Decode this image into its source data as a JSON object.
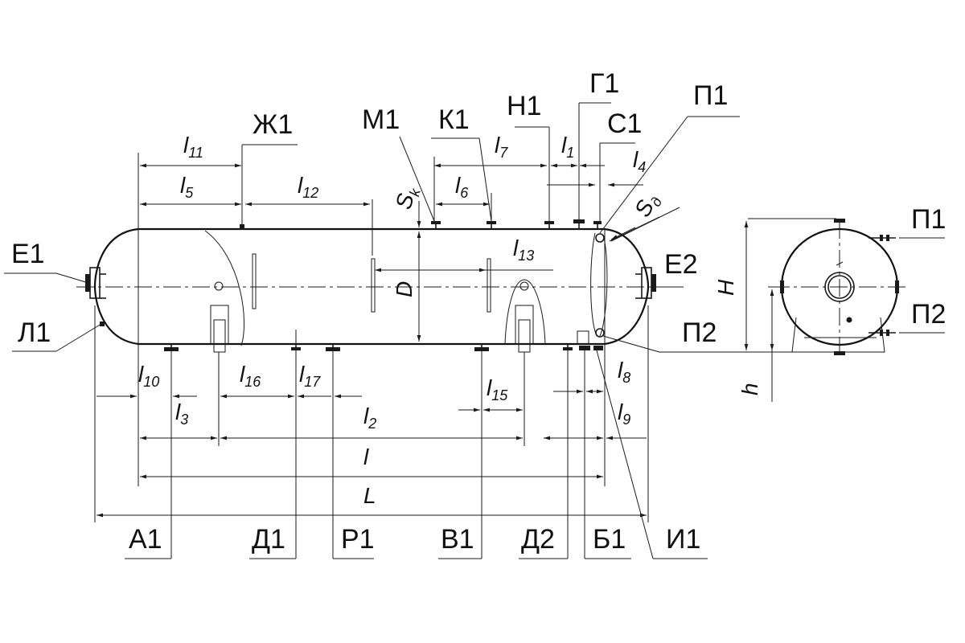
{
  "nozzles": {
    "E1": "Е1",
    "L1": "Л1",
    "Zh1": "Ж1",
    "M1": "М1",
    "K1": "К1",
    "N1": "Н1",
    "G1": "Г1",
    "S1": "С1",
    "P1_top": "П1",
    "E2": "Е2",
    "P2": "П2",
    "A1": "А1",
    "D1": "Д1",
    "R1": "Р1",
    "V1": "В1",
    "D2": "Д2",
    "B1": "Б1",
    "I1": "И1",
    "side_P1": "П1",
    "side_P2": "П2"
  },
  "dimensions": {
    "l11": {
      "base": "l",
      "sub": "11"
    },
    "l5": {
      "base": "l",
      "sub": "5"
    },
    "l12": {
      "base": "l",
      "sub": "12"
    },
    "l7": {
      "base": "l",
      "sub": "7"
    },
    "l6": {
      "base": "l",
      "sub": "6"
    },
    "l1": {
      "base": "l",
      "sub": "1"
    },
    "l4": {
      "base": "l",
      "sub": "4"
    },
    "l13": {
      "base": "l",
      "sub": "13"
    },
    "l10": {
      "base": "l",
      "sub": "10"
    },
    "l3": {
      "base": "l",
      "sub": "3"
    },
    "l16": {
      "base": "l",
      "sub": "16"
    },
    "l17": {
      "base": "l",
      "sub": "17"
    },
    "l2": {
      "base": "l",
      "sub": "2"
    },
    "l15": {
      "base": "l",
      "sub": "15"
    },
    "l8": {
      "base": "l",
      "sub": "8"
    },
    "l9": {
      "base": "l",
      "sub": "9"
    },
    "l": {
      "base": "l",
      "sub": ""
    },
    "L": {
      "base": "L",
      "sub": ""
    },
    "Sk": {
      "base": "S",
      "sub": "k"
    },
    "Sd": {
      "base": "S",
      "sub": "д"
    },
    "D": {
      "base": "D",
      "sub": ""
    },
    "H": {
      "base": "H",
      "sub": ""
    },
    "h": {
      "base": "h",
      "sub": ""
    }
  }
}
